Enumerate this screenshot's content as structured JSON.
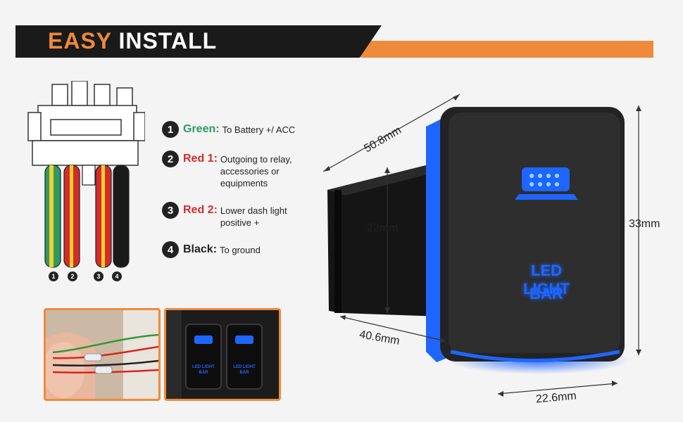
{
  "banner": {
    "title_word1": "EASY",
    "title_word2": "INSTALL"
  },
  "wires": [
    {
      "number": "1",
      "name": "Green:",
      "desc": "To Battery +/ ACC",
      "color": "#2e9a64"
    },
    {
      "number": "2",
      "name": "Red 1:",
      "desc": "Outgoing to relay, accessories or equipments",
      "color": "#d62b2b"
    },
    {
      "number": "3",
      "name": "Red 2:",
      "desc": "Lower dash light positive +",
      "color": "#d62b2b"
    },
    {
      "number": "4",
      "name": "Black:",
      "desc": "To ground",
      "color": "#222222"
    }
  ],
  "dimensions": {
    "length": "50.8mm",
    "body_height": "22mm",
    "depth": "40.6mm",
    "face_height": "33mm",
    "face_width": "22.6mm"
  },
  "switch_label": {
    "line1": "LED LIGHT",
    "line2": "BAR"
  },
  "colors": {
    "accent": "#ef8a3a",
    "led_blue": "#1e66ff",
    "dark": "#1a1a1a"
  }
}
